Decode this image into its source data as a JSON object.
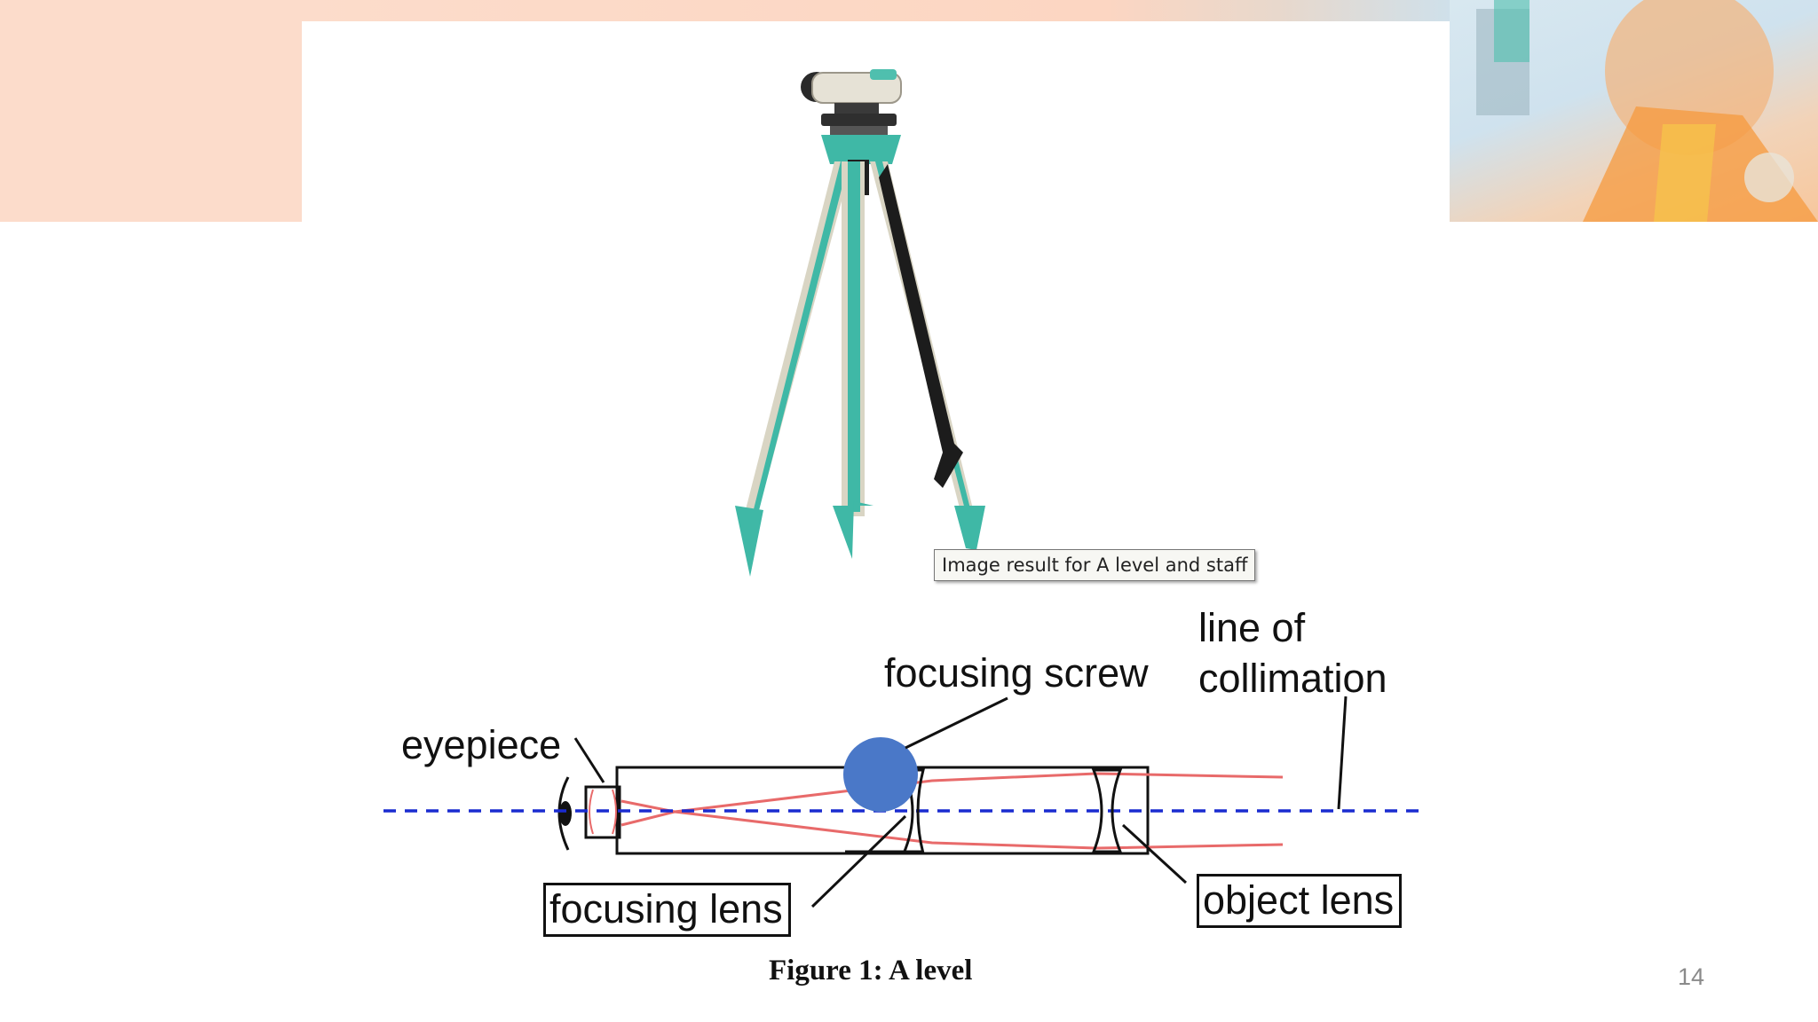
{
  "slide": {
    "page_number": "14",
    "tooltip": "Image result for A level and staff",
    "caption": "Figure 1: A level"
  },
  "diagram": {
    "labels": {
      "eyepiece": "eyepiece",
      "focusing_screw": "focusing screw",
      "line_of_collimation_1": "line of",
      "line_of_collimation_2": "collimation",
      "focusing_lens": "focusing lens",
      "object_lens": "object lens"
    }
  },
  "colors": {
    "banner_peach": "#fcdccb",
    "tripod_teal": "#3fb8a6",
    "tripod_leg": "#d9d5c4",
    "screw_blue": "#4a78c8",
    "collimation_line": "#1a2bd0",
    "ray_red": "#e86a6a"
  }
}
